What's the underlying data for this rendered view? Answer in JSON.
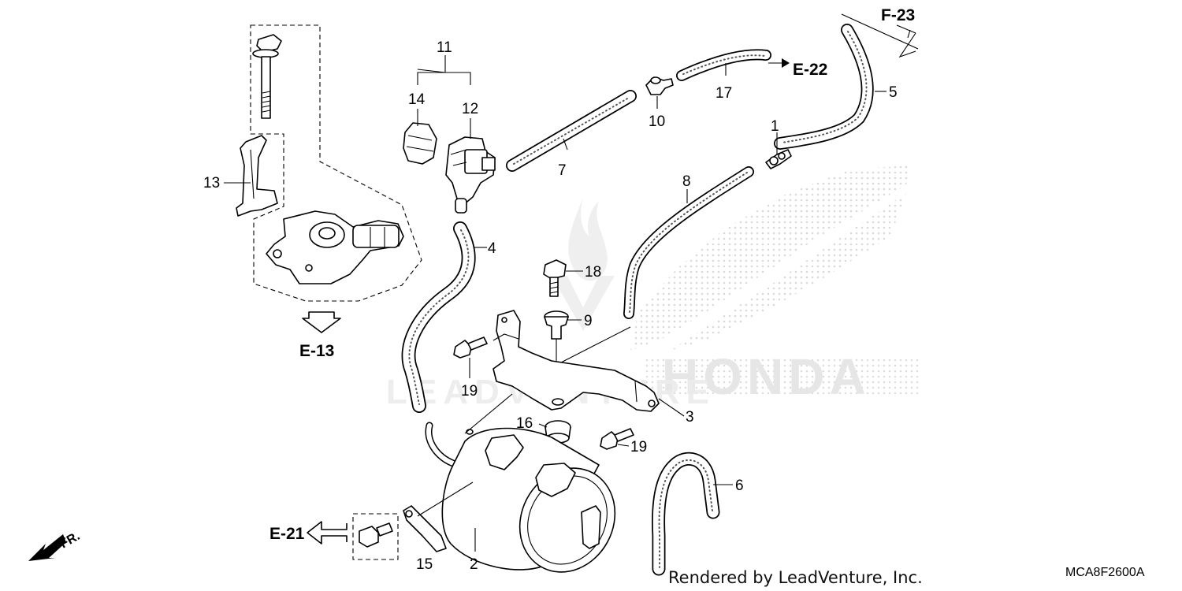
{
  "callouts": {
    "n1": "1",
    "n2": "2",
    "n3": "3",
    "n4": "4",
    "n5": "5",
    "n6": "6",
    "n7": "7",
    "n8": "8",
    "n9": "9",
    "n10": "10",
    "n11": "11",
    "n12": "12",
    "n13": "13",
    "n14": "14",
    "n15": "15",
    "n16": "16",
    "n17": "17",
    "n18": "18",
    "n19a": "19",
    "n19b": "19"
  },
  "refs": {
    "f23": "F-23",
    "e22": "E-22",
    "e13": "E-13",
    "e21": "E-21"
  },
  "direction_label": "FR.",
  "watermark": {
    "brand": "HONDA",
    "dealer": "LEADVENTURE"
  },
  "footer": {
    "credit": "Rendered by LeadVenture, Inc.",
    "diagram_code": "MCA8F2600A"
  },
  "colors": {
    "line": "#000000",
    "watermark": "#e6e6e6",
    "background": "#ffffff"
  }
}
